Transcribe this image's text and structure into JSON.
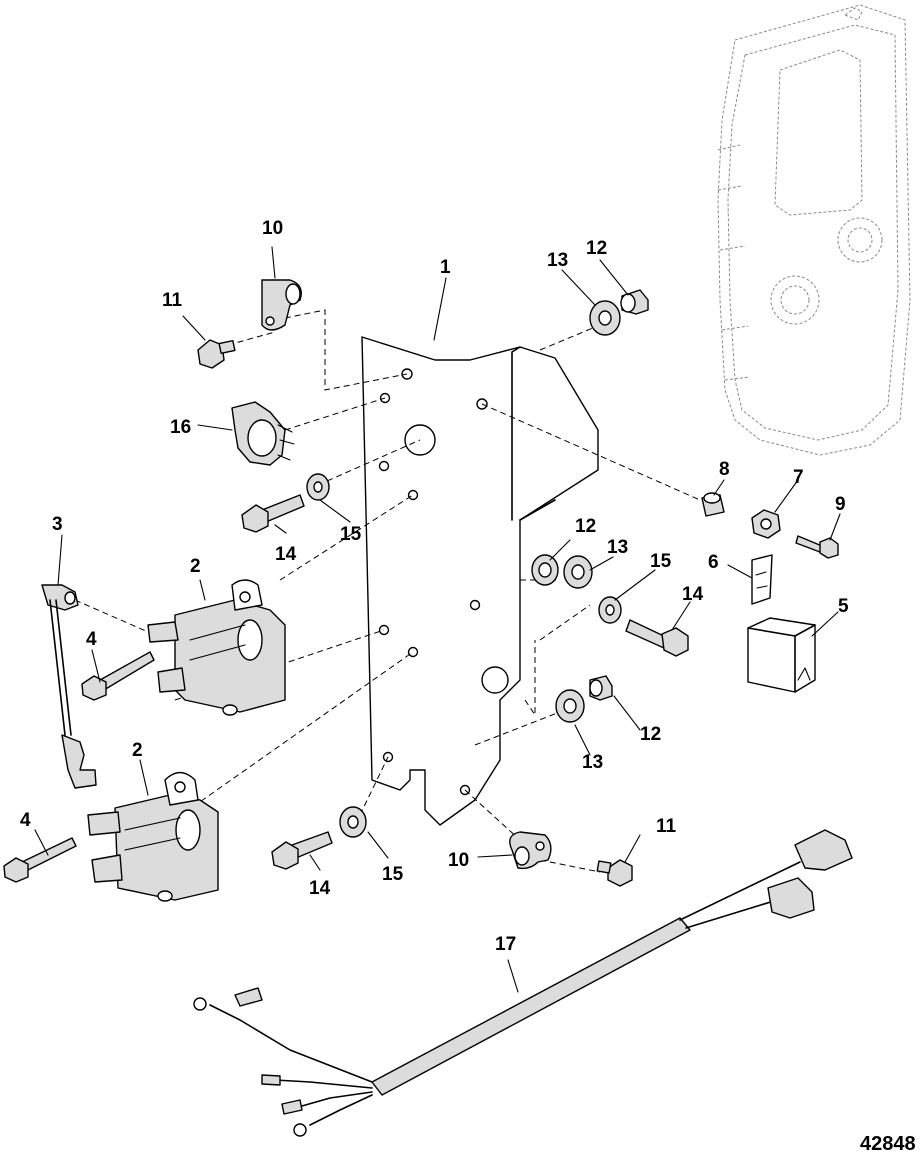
{
  "figure_number": "42848",
  "callouts": [
    {
      "id": "c1",
      "label": "1"
    },
    {
      "id": "c2a",
      "label": "2"
    },
    {
      "id": "c2b",
      "label": "2"
    },
    {
      "id": "c3",
      "label": "3"
    },
    {
      "id": "c4a",
      "label": "4"
    },
    {
      "id": "c4b",
      "label": "4"
    },
    {
      "id": "c5",
      "label": "5"
    },
    {
      "id": "c6",
      "label": "6"
    },
    {
      "id": "c7",
      "label": "7"
    },
    {
      "id": "c8",
      "label": "8"
    },
    {
      "id": "c9",
      "label": "9"
    },
    {
      "id": "c10a",
      "label": "10"
    },
    {
      "id": "c10b",
      "label": "10"
    },
    {
      "id": "c11a",
      "label": "11"
    },
    {
      "id": "c11b",
      "label": "11"
    },
    {
      "id": "c12a",
      "label": "12"
    },
    {
      "id": "c12b",
      "label": "12"
    },
    {
      "id": "c12c",
      "label": "12"
    },
    {
      "id": "c13a",
      "label": "13"
    },
    {
      "id": "c13b",
      "label": "13"
    },
    {
      "id": "c13c",
      "label": "13"
    },
    {
      "id": "c14a",
      "label": "14"
    },
    {
      "id": "c14b",
      "label": "14"
    },
    {
      "id": "c14c",
      "label": "14"
    },
    {
      "id": "c15a",
      "label": "15"
    },
    {
      "id": "c15b",
      "label": "15"
    },
    {
      "id": "c15c",
      "label": "15"
    },
    {
      "id": "c16",
      "label": "16"
    },
    {
      "id": "c17",
      "label": "17"
    }
  ]
}
